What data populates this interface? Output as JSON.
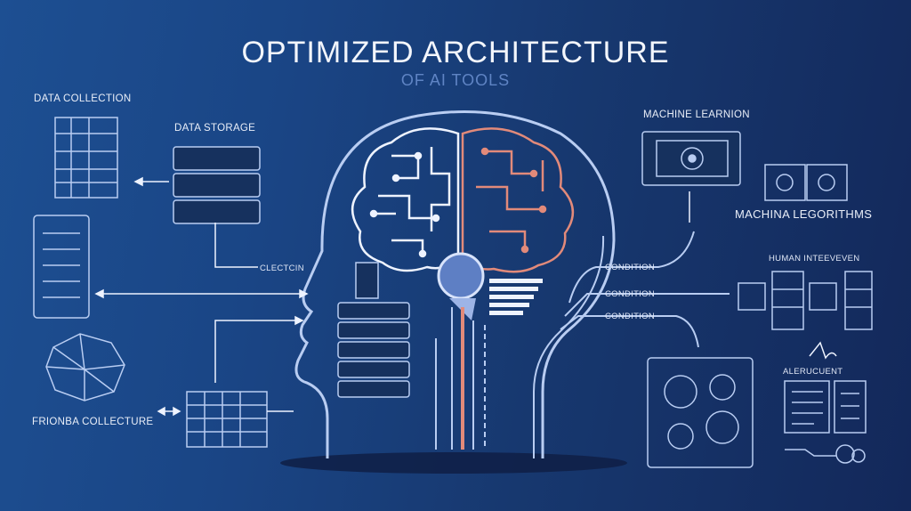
{
  "header": {
    "title": "OPTIMIZED ARCHITECTURE",
    "subtitle": "OF AI TOOLS"
  },
  "labels": {
    "data_collection": "DATA COLLECTION",
    "data_storage": "DATA STORAGE",
    "collection": "CLECTCIN",
    "frionba_collecture": "FRIONBA COLLECTURE",
    "machine_learning": "MACHINE LEARNION",
    "machina_algorithms": "MACHINA LEGORITHMS",
    "human_interface": "HUMAN INTEEVEVEN",
    "condition_1": "CONDITION",
    "condition_2": "CONDITION",
    "condition_3": "CONDITION",
    "alerucuent": "ALERUCUENT"
  },
  "colors": {
    "line": "#b9cdf2",
    "accent": "#e28a7a",
    "bg_start": "#1d4f92",
    "bg_end": "#13285a"
  }
}
